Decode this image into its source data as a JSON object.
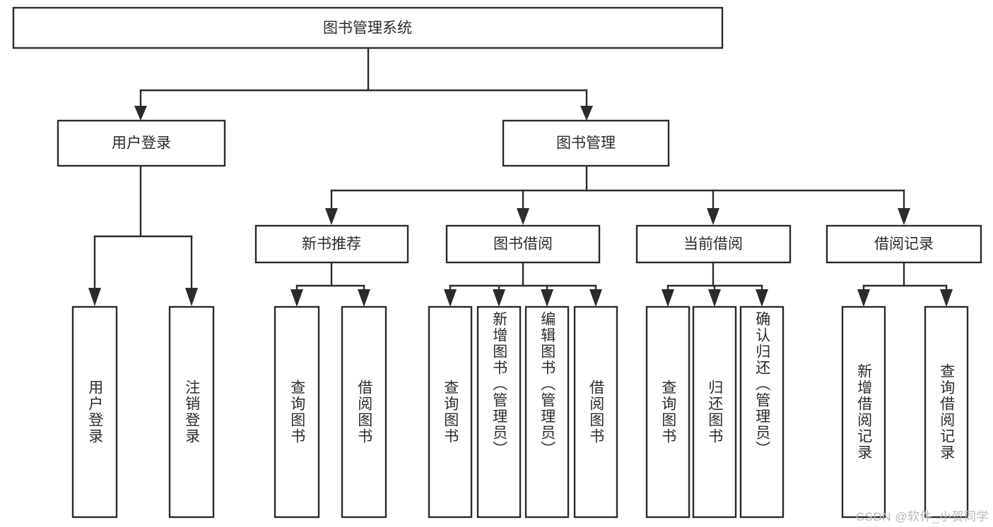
{
  "diagram": {
    "type": "tree",
    "title": "图书管理系统",
    "root": {
      "label": "图书管理系统"
    },
    "level1": [
      {
        "label": "用户登录"
      },
      {
        "label": "图书管理"
      }
    ],
    "level2": [
      {
        "label": "新书推荐"
      },
      {
        "label": "图书借阅"
      },
      {
        "label": "当前借阅"
      },
      {
        "label": "借阅记录"
      }
    ],
    "leaves": {
      "user_login": [
        {
          "label": "用户登录"
        },
        {
          "label": "注销登录"
        }
      ],
      "new_book_recommend": [
        {
          "label": "查询图书"
        },
        {
          "label": "借阅图书"
        }
      ],
      "book_borrow": [
        {
          "label": "查询图书"
        },
        {
          "label": "新增图书（管理员）"
        },
        {
          "label": "编辑图书（管理员）"
        },
        {
          "label": "借阅图书"
        }
      ],
      "current_borrow": [
        {
          "label": "查询图书"
        },
        {
          "label": "归还图书"
        },
        {
          "label": "确认归还（管理员）"
        }
      ],
      "borrow_record": [
        {
          "label": "新增借阅记录"
        },
        {
          "label": "查询借阅记录"
        }
      ]
    }
  },
  "watermark": {
    "text": "CSDN @软件_小贺同学"
  },
  "colors": {
    "stroke": "#2b2b2b",
    "background": "#ffffff",
    "watermark": "#b9b9b9"
  }
}
